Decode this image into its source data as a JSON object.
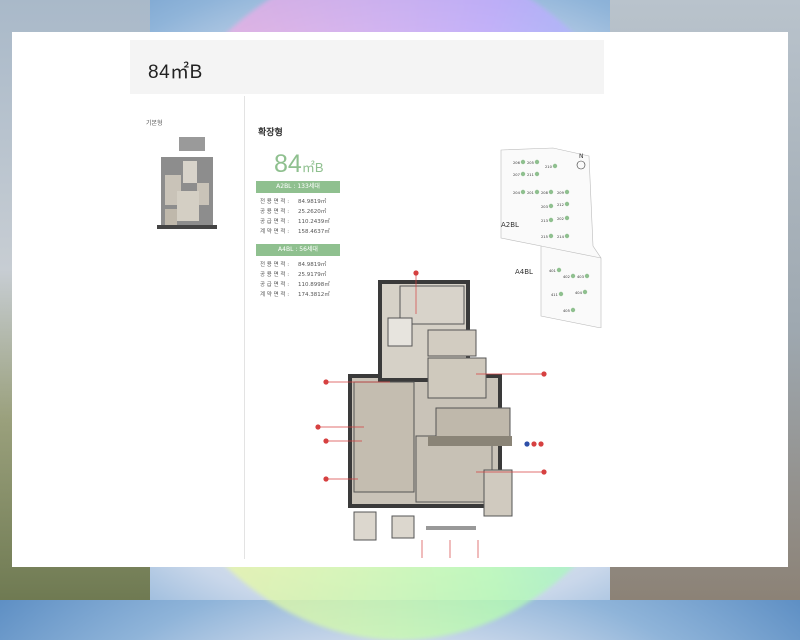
{
  "header": {
    "title": "84㎡B"
  },
  "basic": {
    "label": "기본형"
  },
  "expanded": {
    "title": "확장형",
    "type_main": "84",
    "type_suffix": "㎡B",
    "blocks": [
      {
        "head": "A2BL : 133세대",
        "rows": [
          {
            "k": "전 용 면 적 :",
            "v": "84.9819㎡"
          },
          {
            "k": "공 용 면 적 :",
            "v": "25.2620㎡"
          },
          {
            "k": "공 급 면 적 :",
            "v": "110.2439㎡"
          },
          {
            "k": "계 약 면 적 :",
            "v": "158.4637㎡"
          }
        ]
      },
      {
        "head": "A4BL : 56세대",
        "rows": [
          {
            "k": "전 용 면 적 :",
            "v": "84.9819㎡"
          },
          {
            "k": "공 용 면 적 :",
            "v": "25.9179㎡"
          },
          {
            "k": "공 급 면 적 :",
            "v": "110.8998㎡"
          },
          {
            "k": "계 약 면 적 :",
            "v": "174.3812㎡"
          }
        ]
      }
    ]
  },
  "keymap": {
    "north": "N",
    "a2bl_label": "A2BL",
    "a4bl_label": "A4BL",
    "units": [
      "206",
      "205",
      "210",
      "207",
      "211",
      "204",
      "201",
      "208",
      "209",
      "212",
      "203",
      "202",
      "213",
      "214",
      "215",
      "401",
      "402",
      "403",
      "404",
      "405",
      "411"
    ]
  },
  "colors": {
    "accent_green": "#8fc08f",
    "marker_red": "#d64040",
    "marker_blue": "#2e4fa8",
    "wall": "#3a3a3a",
    "floor": "#c9c3b8"
  }
}
